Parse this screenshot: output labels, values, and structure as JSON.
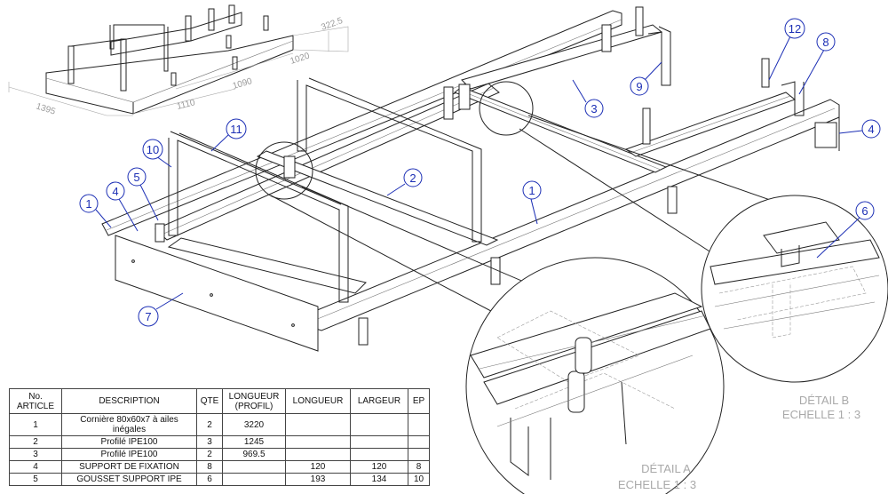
{
  "overall_dims": [
    "322.5",
    "1020",
    "1090",
    "1110",
    "1395"
  ],
  "balloons": [
    "1",
    "1",
    "2",
    "3",
    "4",
    "4",
    "5",
    "6",
    "7",
    "8",
    "9",
    "10",
    "11",
    "12"
  ],
  "details": {
    "a": {
      "title": "DÉTAIL A",
      "scale": "ECHELLE 1 : 3"
    },
    "b": {
      "title": "DÉTAIL B",
      "scale": "ECHELLE 1 : 3"
    }
  },
  "bom": {
    "headers": {
      "no": "No. ARTICLE",
      "description": "DESCRIPTION",
      "qte": "QTE",
      "longueur_profil": "LONGUEUR (PROFIL)",
      "longueur": "LONGUEUR",
      "largeur": "LARGEUR",
      "ep": "EP"
    },
    "rows": [
      {
        "no": "1",
        "description": "Cornière  80x60x7 à ailes inégales",
        "qte": "2",
        "longueur_profil": "3220",
        "longueur": "",
        "largeur": "",
        "ep": ""
      },
      {
        "no": "2",
        "description": "Profilé  IPE100",
        "qte": "3",
        "longueur_profil": "1245",
        "longueur": "",
        "largeur": "",
        "ep": ""
      },
      {
        "no": "3",
        "description": "Profilé  IPE100",
        "qte": "2",
        "longueur_profil": "969.5",
        "longueur": "",
        "largeur": "",
        "ep": ""
      },
      {
        "no": "4",
        "description": "SUPPORT DE FIXATION",
        "qte": "8",
        "longueur_profil": "",
        "longueur": "120",
        "largeur": "120",
        "ep": "8"
      },
      {
        "no": "5",
        "description": "GOUSSET SUPPORT IPE",
        "qte": "6",
        "longueur_profil": "",
        "longueur": "193",
        "largeur": "134",
        "ep": "10"
      }
    ]
  }
}
